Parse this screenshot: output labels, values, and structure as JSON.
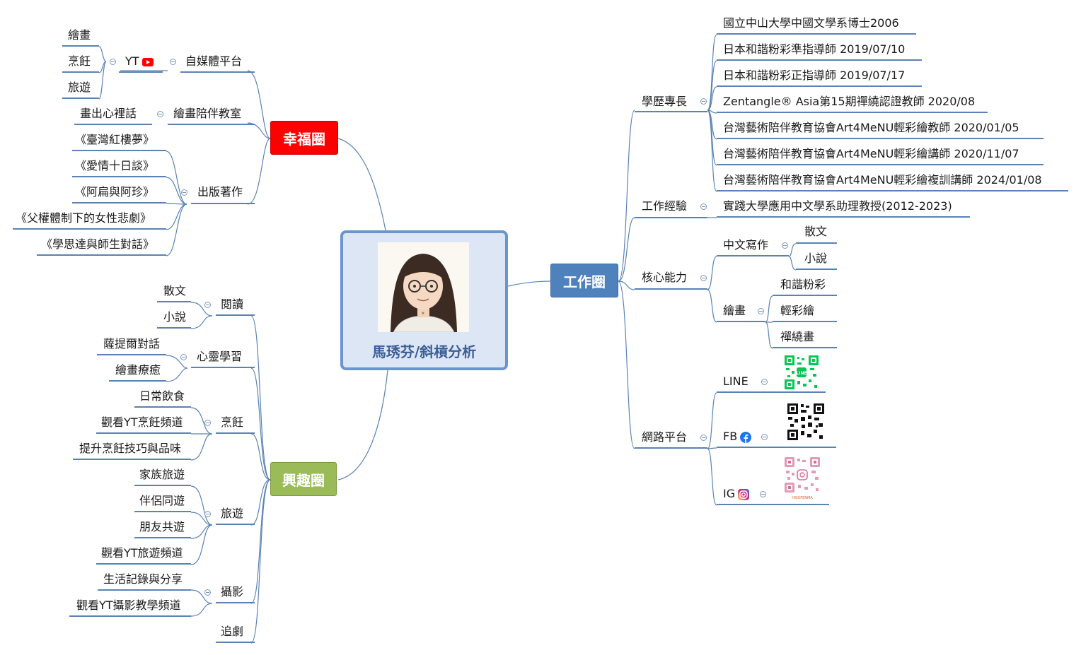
{
  "center": {
    "title": "馬琇芬/斜槓分析"
  },
  "happy": {
    "title": "幸福圈",
    "self_media": {
      "label": "自媒體平台",
      "yt": "YT",
      "items": [
        "繪畫",
        "烹飪",
        "旅遊"
      ]
    },
    "drawing_class": {
      "label": "繪畫陪伴教室",
      "items": [
        "畫出心裡話"
      ]
    },
    "books": {
      "label": "出版著作",
      "items": [
        "《臺灣紅樓夢》",
        "《愛情十日談》",
        "《阿扁與阿珍》",
        "《父權體制下的女性悲劇》",
        "《學思達與師生對話》"
      ]
    }
  },
  "hobby": {
    "title": "興趣圈",
    "reading": {
      "label": "閱讀",
      "items": [
        "散文",
        "小說"
      ]
    },
    "mind": {
      "label": "心靈學習",
      "items": [
        "薩提爾對話",
        "繪畫療癒"
      ]
    },
    "cooking": {
      "label": "烹飪",
      "items": [
        "日常飲食",
        "觀看YT烹飪頻道",
        "提升烹飪技巧與品味"
      ]
    },
    "travel": {
      "label": "旅遊",
      "items": [
        "家族旅遊",
        "伴侶同遊",
        "朋友共遊",
        "觀看YT旅遊頻道"
      ]
    },
    "photo": {
      "label": "攝影",
      "items": [
        "生活記錄與分享",
        "觀看YT攝影教學頻道"
      ]
    },
    "drama": {
      "label": "追劇"
    }
  },
  "work": {
    "title": "工作圈",
    "education": {
      "label": "學歷專長",
      "items": [
        "國立中山大學中國文學系博士2006",
        "日本和諧粉彩準指導師 2019/07/10",
        "日本和諧粉彩正指導師 2019/07/17",
        "Zentangle® Asia第15期禪繞認證教師 2020/08",
        "台灣藝術陪伴教育協會Art4MeNU輕彩繪教師 2020/01/05",
        "台灣藝術陪伴教育協會Art4MeNU輕彩繪講師 2020/11/07",
        "台灣藝術陪伴教育協會Art4MeNU輕彩繪複訓講師 2024/01/08"
      ]
    },
    "experience": {
      "label": "工作經驗",
      "items": [
        "實踐大學應用中文學系助理教授(2012-2023)"
      ]
    },
    "core": {
      "label": "核心能力",
      "writing": {
        "label": "中文寫作",
        "items": [
          "散文",
          "小說"
        ]
      },
      "drawing": {
        "label": "繪畫",
        "items": [
          "和諧粉彩",
          "輕彩繪",
          "禪繞畫"
        ]
      }
    },
    "online": {
      "label": "網路平台",
      "line": "LINE",
      "fb": "FB",
      "ig": "IG",
      "ig_handle": "HSIUFENMA",
      "line_qr_text": "LINE"
    }
  },
  "colors": {
    "happy": "#ff0000",
    "hobby": "#9bbb59",
    "work": "#4f81bd",
    "line": "#5a82b4",
    "line_green": "#06c755",
    "fb_blue": "#1877f2",
    "yt_red": "#ff0000"
  },
  "icons": {
    "yt": "youtube-icon",
    "fb": "facebook-icon",
    "ig": "instagram-icon"
  }
}
